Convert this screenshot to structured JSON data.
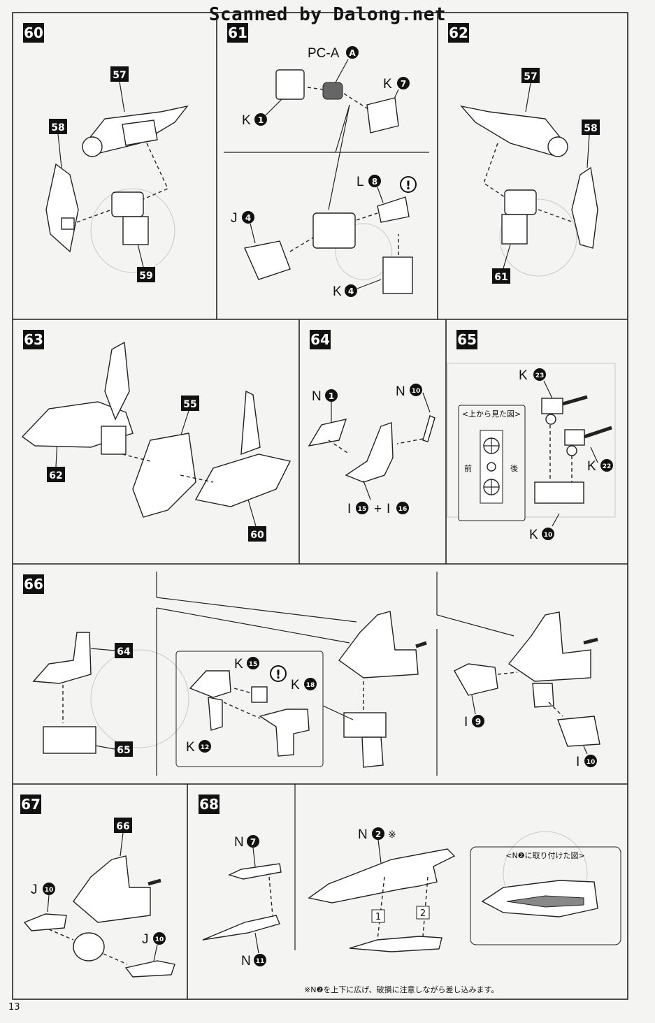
{
  "header": {
    "watermark": "Scanned by Dalong.net"
  },
  "page_number": "13",
  "steps": [
    {
      "step": "60",
      "callouts": [
        "57",
        "58",
        "59"
      ]
    },
    {
      "step": "61",
      "labels": [
        "PC-A",
        "K",
        "K",
        "L",
        "J",
        "K"
      ],
      "numbers": [
        "A",
        "1",
        "7",
        "8",
        "4",
        "4"
      ],
      "caution": "!"
    },
    {
      "step": "62",
      "callouts": [
        "57",
        "58",
        "61"
      ]
    },
    {
      "step": "63",
      "callouts": [
        "55",
        "62",
        "60"
      ]
    },
    {
      "step": "64",
      "labels": [
        "N",
        "N",
        "I",
        "I"
      ],
      "numbers": [
        "1",
        "10",
        "15",
        "16"
      ],
      "plus": "+"
    },
    {
      "step": "65",
      "labels": [
        "K",
        "K",
        "K"
      ],
      "numbers": [
        "23",
        "22",
        "10"
      ],
      "view_title": "<上から見た図>",
      "front": "前",
      "back": "後"
    },
    {
      "step": "66",
      "callouts": [
        "64",
        "65"
      ],
      "labels": [
        "K",
        "K",
        "K",
        "I",
        "I"
      ],
      "numbers": [
        "15",
        "18",
        "12",
        "9",
        "10"
      ],
      "caution": "!"
    },
    {
      "step": "67",
      "callouts": [
        "66"
      ],
      "labels": [
        "J",
        "J"
      ],
      "numbers": [
        "10",
        "10"
      ]
    },
    {
      "step": "68",
      "labels": [
        "N",
        "N",
        "N"
      ],
      "numbers": [
        "7",
        "11",
        "2"
      ],
      "asterisk": "※",
      "sub_steps": [
        "1",
        "2"
      ],
      "view_title": "<N❷に取り付けた図>",
      "note": "※N❷を上下に広げ、破損に注意しながら差し込みます。"
    }
  ]
}
